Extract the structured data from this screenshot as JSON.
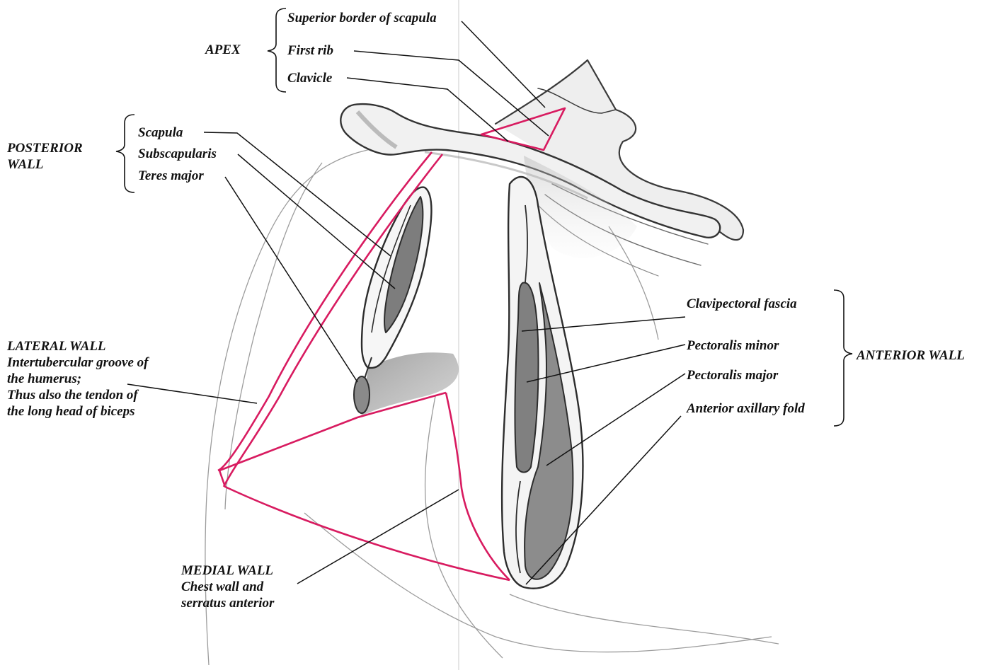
{
  "diagram": {
    "groups": {
      "apex": {
        "title": "APEX",
        "items": [
          "Superior border of scapula",
          "First rib",
          "Clavicle"
        ]
      },
      "posterior_wall": {
        "title_line1": "POSTERIOR",
        "title_line2": "WALL",
        "items": [
          "Scapula",
          "Subscapularis",
          "Teres major"
        ]
      },
      "lateral_wall": {
        "title": "LATERAL WALL",
        "lines": [
          "Intertubercular groove of",
          "the humerus;",
          "Thus also the tendon of",
          "the long head of biceps"
        ]
      },
      "medial_wall": {
        "title": "MEDIAL WALL",
        "lines": [
          "Chest wall and",
          "serratus anterior"
        ]
      },
      "anterior_wall": {
        "title": "ANTERIOR WALL",
        "items": [
          "Clavipectoral fascia",
          "Pectoralis minor",
          "Pectoralis major",
          "Anterior axillary fold"
        ]
      }
    },
    "colors": {
      "outline": "#d81b60",
      "sketch": "#3a3a3a",
      "shade": "#8e8e8e",
      "label_text": "#111111"
    }
  }
}
